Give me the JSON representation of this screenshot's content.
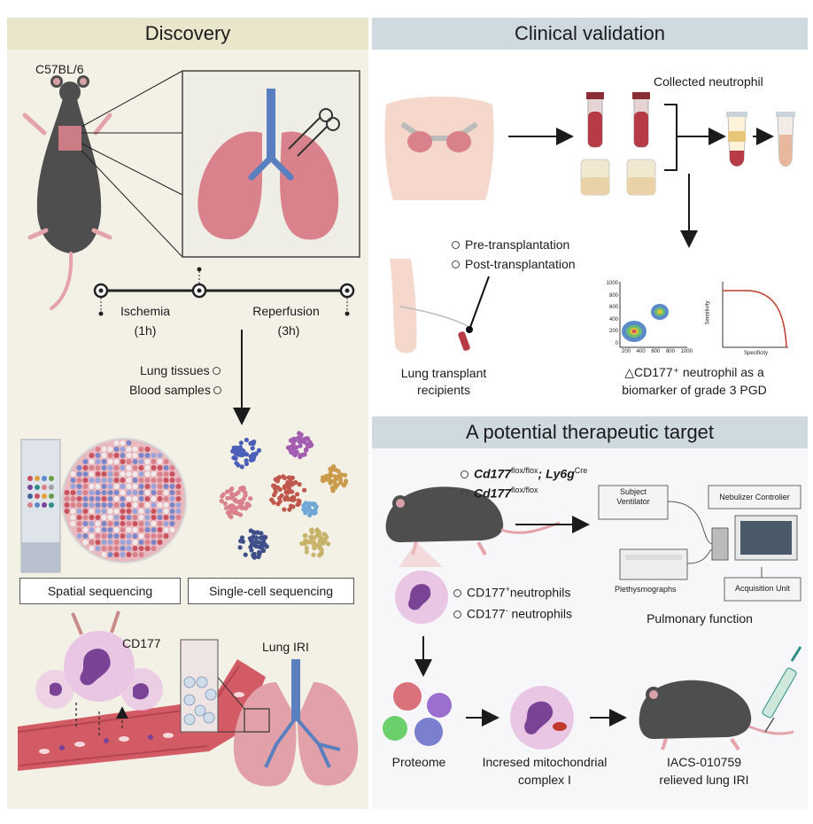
{
  "discovery": {
    "header": "Discovery",
    "strain": "C57BL/6",
    "ischemia": "Ischemia",
    "ischemia_time": "(1h)",
    "reperfusion": "Reperfusion",
    "reperfusion_time": "(3h)",
    "samples": [
      "Lung tissues",
      "Blood samples"
    ],
    "spatial_label": "Spatial sequencing",
    "singlecell_label": "Single-cell sequencing",
    "cd177_label": "CD177",
    "lung_iri_label": "Lung IRI"
  },
  "clinical": {
    "header": "Clinical validation",
    "collected": "Collected neutrophil",
    "timepoints": [
      "Pre-transplantation",
      "Post-transplantation"
    ],
    "recipients": "Lung transplant recipients",
    "flow_y_ticks": [
      "1000",
      "800",
      "600",
      "400",
      "200",
      "0"
    ],
    "flow_x_ticks": [
      "200",
      "400",
      "600",
      "800",
      "1000"
    ],
    "roc_ylabel": "Sensitivity",
    "roc_xlabel": "Specificity",
    "biomarker_line1": "△CD177⁺ neutrophil as a",
    "biomarker_line2": "biomarker of grade 3 PGD"
  },
  "therapeutic": {
    "header": "A potential therapeutic target",
    "genotype1_a": "Cd177",
    "genotype1_sup1": "flox/flox",
    "genotype1_b": "; Ly6g",
    "genotype1_sup2": "Cre",
    "genotype2_a": "Cd177",
    "genotype2_sup": "flox/flox",
    "ventilator": "Subject Ventilator",
    "nebulizer": "Nebulizer Controlier",
    "plethysmographs": "Plethysmographs",
    "acquisition": "Acquisition Unit",
    "pulmonary": "Pulmonary function",
    "neutro_pos_a": "CD177",
    "neutro_pos_sup": "+",
    "neutro_pos_b": "neutrophils",
    "neutro_neg_a": "CD177",
    "neutro_neg_sup": "-",
    "neutro_neg_b": " neutrophils",
    "proteome": "Proteome",
    "mito_line1": "Incresed mitochondrial",
    "mito_line2": "complex I",
    "iacs_line1": "IACS-010759",
    "iacs_line2": "relieved lung IRI"
  },
  "colors": {
    "panel_bg": "#f3f1e6",
    "header_discovery": "#e9e6cc",
    "header_right": "#cfd9e0",
    "mouse": "#4e4e4e",
    "lung": "#d9828c",
    "airway": "#5a7fbf",
    "neutrophil_ring": "#e9c6e4",
    "nucleus": "#7a4396"
  }
}
